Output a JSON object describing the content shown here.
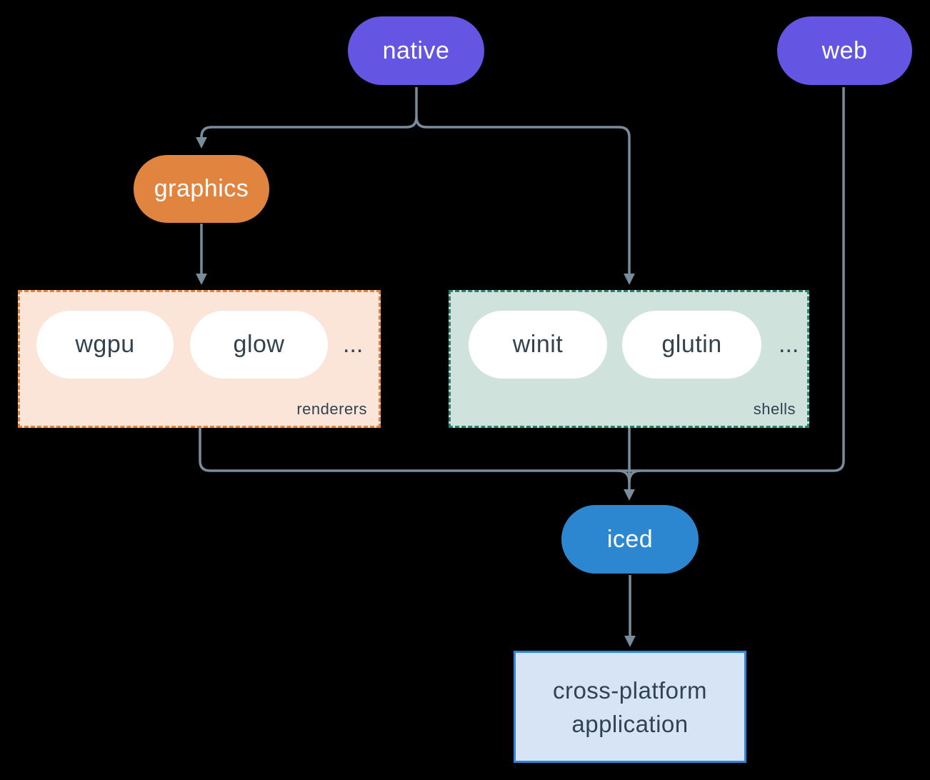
{
  "diagram": {
    "colors": {
      "background": "#000000",
      "connector": "#798C9B",
      "node_purple": "#6456E2",
      "node_orange": "#E0843F",
      "node_blue": "#2D87D0",
      "pill_white": "#FFFFFF",
      "dark_text": "#32434F",
      "renderers_fill": "#FAE5D8",
      "renderers_border": "#E0823C",
      "shells_fill": "#CFE2DB",
      "shells_border": "#2E7D6E",
      "app_fill": "#D6E4F5",
      "app_border": "#2E86D8"
    },
    "nodes": {
      "native": "native",
      "web": "web",
      "graphics": "graphics",
      "iced": "iced"
    },
    "renderers": {
      "label": "renderers",
      "items": [
        "wgpu",
        "glow"
      ],
      "ellipsis": "..."
    },
    "shells": {
      "label": "shells",
      "items": [
        "winit",
        "glutin"
      ],
      "ellipsis": "..."
    },
    "app": {
      "line1": "cross-platform",
      "line2": "application"
    }
  }
}
